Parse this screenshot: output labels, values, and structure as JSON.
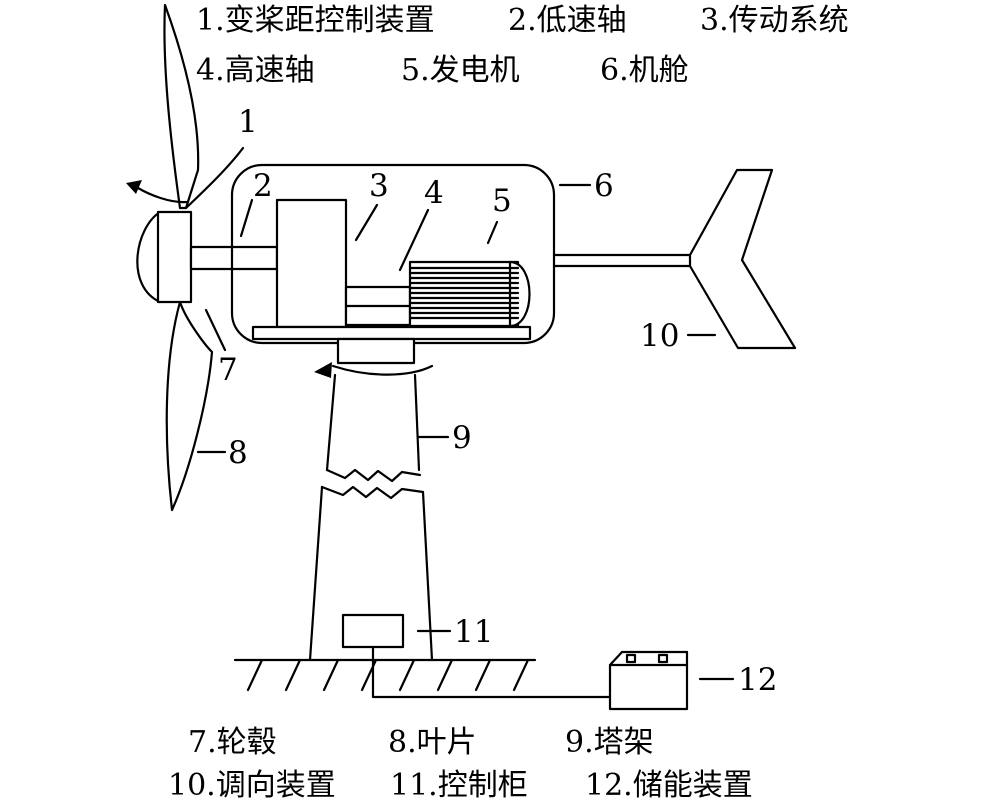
{
  "legend_top": [
    "1.变桨距控制装置",
    "2.低速轴",
    "3.传动系统",
    "4.高速轴",
    "5.发电机",
    "6.机舱"
  ],
  "legend_bottom": [
    "7.轮毂",
    "8.叶片",
    "9.塔架",
    "10.调向装置",
    "11.控制柜",
    "12.储能装置"
  ],
  "callouts": [
    "1",
    "2",
    "3",
    "4",
    "5",
    "6",
    "7",
    "8",
    "9",
    "10",
    "11",
    "12"
  ]
}
